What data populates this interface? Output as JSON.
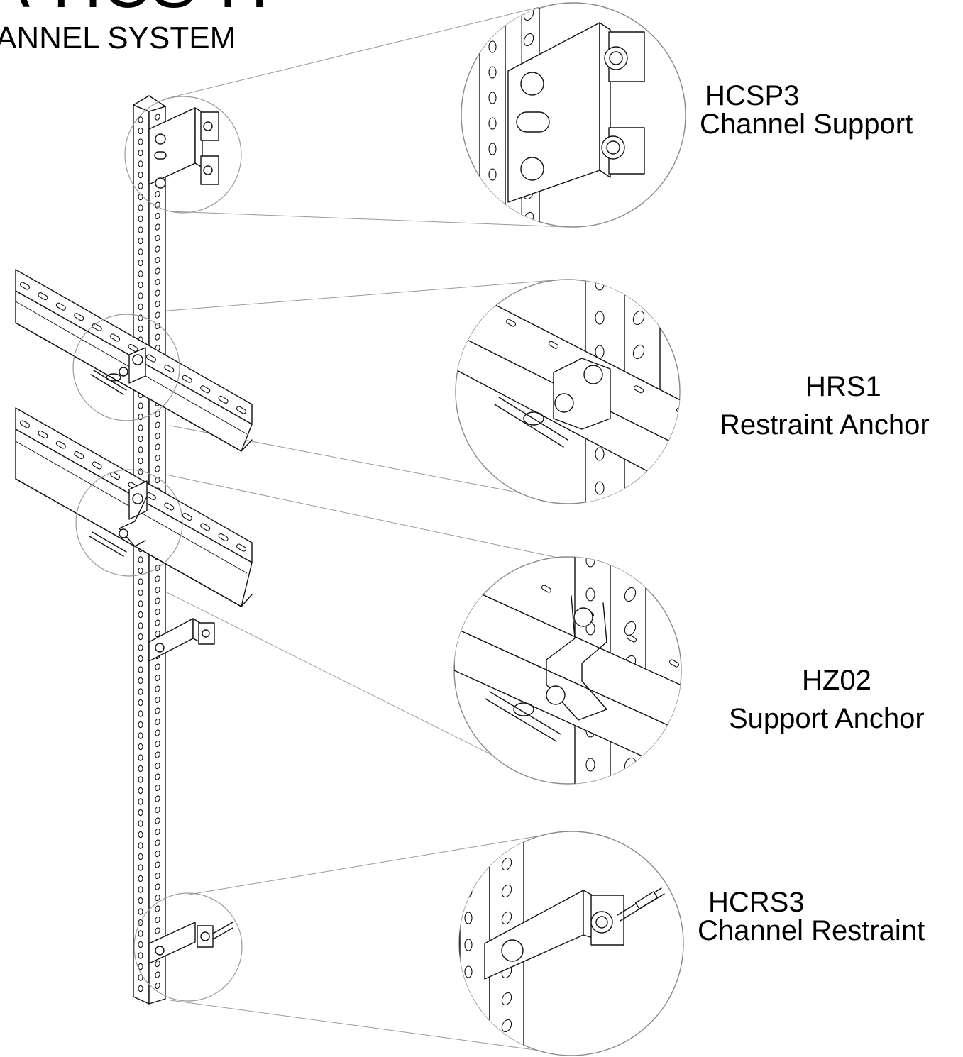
{
  "header": {
    "model_fragment": "A-HCS-H",
    "system_fragment": "ANNEL SYSTEM"
  },
  "callouts": [
    {
      "code": "HCSP3",
      "name": "Channel Support"
    },
    {
      "code": "HRS1",
      "name": "Restraint Anchor"
    },
    {
      "code": "HZ02",
      "name": "Support Anchor"
    },
    {
      "code": "HCRS3",
      "name": "Channel Restraint"
    }
  ]
}
